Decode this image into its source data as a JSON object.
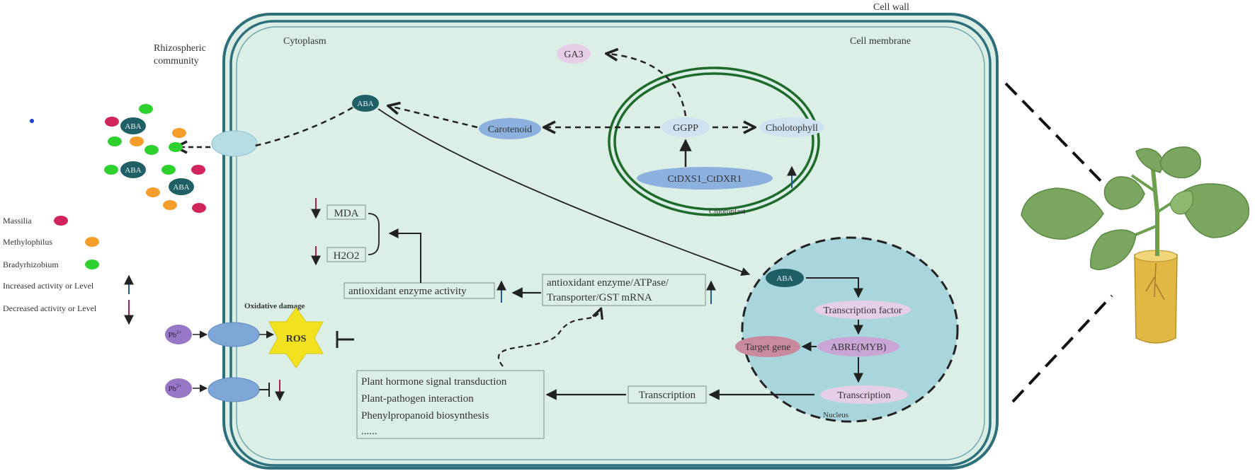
{
  "labels": {
    "cell_wall": "Cell wall",
    "cell_membrane": "Cell membrane",
    "cytoplasm": "Cytoplasm",
    "rhizo_line1": "Rhizospheric",
    "rhizo_line2": "community",
    "chloroplast": "Chloroplast",
    "nucleus": "Nucleus",
    "oxidative": "Oxidative damage"
  },
  "nodes": {
    "ga3": "GA3",
    "carotenoid": "Carotenoid",
    "ggpp": "GGPP",
    "chlorophyll": "Cholotophyll",
    "dxs": "CtDXS1_CtDXR1",
    "aba": "ABA",
    "tf": "Transcription factor",
    "abre": "ABRE(MYB)",
    "target": "Target gene",
    "transcription_nuc": "Transcription",
    "transcription_box": "Transcription",
    "ros": "ROS",
    "pb": "Pb",
    "pb_sup": "2+",
    "mda": "MDA",
    "h2o2": "H2O2"
  },
  "boxes": {
    "antiox_activity": "antioxidant enzyme activity",
    "mrna_line1": "antioxidant enzyme/ATPase/",
    "mrna_line2": "Transporter/GST mRNA",
    "pathways": [
      "Plant hormone signal transduction",
      "Plant-pathogen interaction",
      "Phenylpropanoid biosynthesis",
      "......"
    ]
  },
  "legend": [
    {
      "label": "Massilia",
      "color": "#d0245a",
      "kind": "dot"
    },
    {
      "label": "Methylophilus",
      "color": "#f59d2a",
      "kind": "dot"
    },
    {
      "label": "Bradyrhizobium",
      "color": "#2fd12f",
      "kind": "dot"
    },
    {
      "label": "Increased activity or Level",
      "color": "#1f5a9a",
      "kind": "up"
    },
    {
      "label": "Decreased activity or Level",
      "color": "#b01f4e",
      "kind": "down"
    }
  ],
  "colors": {
    "cell_fill": "#dcefe6",
    "wall": "#2e6f7c",
    "chloroplast": "#1f6b2b",
    "nucleus_fill": "#a8d6dc",
    "aba_fill": "#1f5f66",
    "node_blue": "#8cb1de",
    "node_pink": "#e6cfe6",
    "ros": "#f2e11e",
    "leaf": "#7aa65f",
    "pot": "#e1b844"
  }
}
